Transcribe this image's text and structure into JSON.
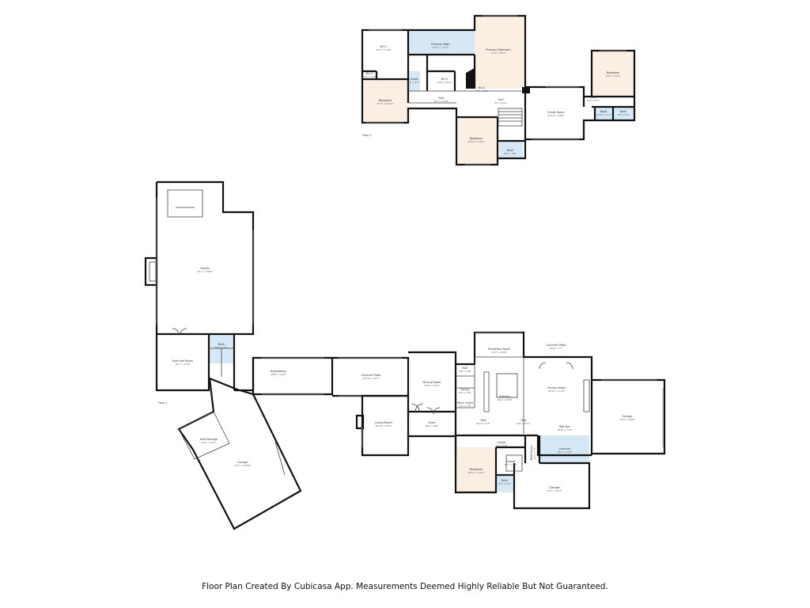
{
  "floor2": {
    "label": "Floor 2",
    "rooms": [
      {
        "id": "wic1",
        "name": "W.I.C",
        "dims": "15'7\" x 13'8\""
      },
      {
        "id": "wic2",
        "name": "W.I.C",
        "dims": "6'11\" x 5'8\""
      },
      {
        "id": "primary_bath",
        "name": "Primary Bath",
        "dims": "16'11\" x 12'7\""
      },
      {
        "id": "primary_bed",
        "name": "Primary Bedroom",
        "dims": "17'5\" x 25'7\""
      },
      {
        "id": "wic3",
        "name": "W.I.C",
        "dims": "12'6\" x 8'11\""
      },
      {
        "id": "closet2",
        "name": "Closet",
        "dims": "10' x 4'4\""
      },
      {
        "id": "bedroom_left",
        "name": "Bedroom",
        "dims": "15'7\" x 13'11\""
      },
      {
        "id": "hall1",
        "name": "Hall",
        "dims": "15'7\" x 5'10\""
      },
      {
        "id": "wic4",
        "name": "W.I.C",
        "dims": "4'4\" x 5'8\""
      },
      {
        "id": "hall2",
        "name": "Hall",
        "dims": "43' x 5'10\""
      },
      {
        "id": "great_room",
        "name": "Great Room",
        "dims": "17'10\" x 38'5\""
      },
      {
        "id": "hall3",
        "name": "Hall",
        "dims": "8'2\" x 5'1\""
      },
      {
        "id": "bedroom_right",
        "name": "Bedroom",
        "dims": "13'6\" x 14'1\""
      },
      {
        "id": "bath_r1",
        "name": "Bath",
        "dims": "10'10\" x 5'1\""
      },
      {
        "id": "bath_r2",
        "name": "Bath",
        "dims": "7'6\" x 5'1\""
      },
      {
        "id": "bedroom_mid",
        "name": "Bedroom",
        "dims": "12'10\" x 16'4\""
      },
      {
        "id": "bath_mid",
        "name": "Bath",
        "dims": "8'8\" x 5'8\""
      }
    ]
  },
  "floor1": {
    "label": "Floor 1",
    "rooms": [
      {
        "id": "studio",
        "name": "Studio",
        "dims": "31'7\" x 40'6\""
      },
      {
        "id": "bath_s",
        "name": "Bath",
        "dims": "7'8\" x 10'2\""
      },
      {
        "id": "exercise",
        "name": "Exercise Room",
        "dims": "18'1\" x 17'8\""
      },
      {
        "id": "breezeway",
        "name": "Breezeway",
        "dims": "18'8\" x 10'9\""
      },
      {
        "id": "covered_patio",
        "name": "Covered Patio",
        "dims": "22'10\" x 11'1\""
      },
      {
        "id": "garage_left",
        "name": "Garage",
        "dims": "22'7\" x 40'10\""
      },
      {
        "id": "half_storage",
        "name": "Half Storage",
        "dims": "11'5\" x 6'11\""
      },
      {
        "id": "living",
        "name": "Living Room",
        "dims": "18'10\" x 16'7\""
      },
      {
        "id": "dining",
        "name": "Dining Room",
        "dims": "14'9\" x 17'9\""
      },
      {
        "id": "foyer",
        "name": "Foyer",
        "dims": "18'4\" x 8'5\""
      },
      {
        "id": "breakfast",
        "name": "Breakfast Nook",
        "dims": "11'7\" x 16'9\""
      },
      {
        "id": "covered_patio2",
        "name": "Covered Patio",
        "dims": "44'8 x 7'7\""
      },
      {
        "id": "half",
        "name": "Half",
        "dims": "5'8\" x 5'6\""
      },
      {
        "id": "pantry",
        "name": "Pantry",
        "dims": "8'5\" x 5'6\""
      },
      {
        "id": "wine",
        "name": "Wine Cellar",
        "dims": "5'4\" x 3'8\""
      },
      {
        "id": "kitchen",
        "name": "Kitchen",
        "dims": "14'2\" x 24'8\""
      },
      {
        "id": "family",
        "name": "Family Room",
        "dims": "26'11\" x 17'6\""
      },
      {
        "id": "wet_bar",
        "name": "Wet Bar",
        "dims": "10'6\" x 7'11\""
      },
      {
        "id": "hall_f1",
        "name": "Hall",
        "dims": "40'4\" x 3'5\""
      },
      {
        "id": "hall_f2",
        "name": "Hall",
        "dims": "9'8\" x 6'11\""
      },
      {
        "id": "garage_right",
        "name": "Garage",
        "dims": "31'2\" x 30'8\""
      },
      {
        "id": "closet_f",
        "name": "Closet",
        "dims": "3'4\" x 5'8\""
      },
      {
        "id": "laundry",
        "name": "Laundry",
        "dims": "15'1\" x 10'5\""
      },
      {
        "id": "mud",
        "name": "Mud Room",
        "dims": "8'4\" x 7'5\""
      },
      {
        "id": "bedroom_f",
        "name": "Bedroom",
        "dims": "12'10\" x 14'1\""
      },
      {
        "id": "closet_f2",
        "name": "Closet",
        "dims": "6'7\" x 4'2\""
      },
      {
        "id": "bath_f",
        "name": "Bath",
        "dims": "8'1\" x 5'6\""
      },
      {
        "id": "garage_bot",
        "name": "Garage",
        "dims": "23'7\" x 22'7\""
      }
    ]
  },
  "footer": "Floor Plan Created By Cubicasa App. Measurements Deemed Highly Reliable But Not Guaranteed."
}
